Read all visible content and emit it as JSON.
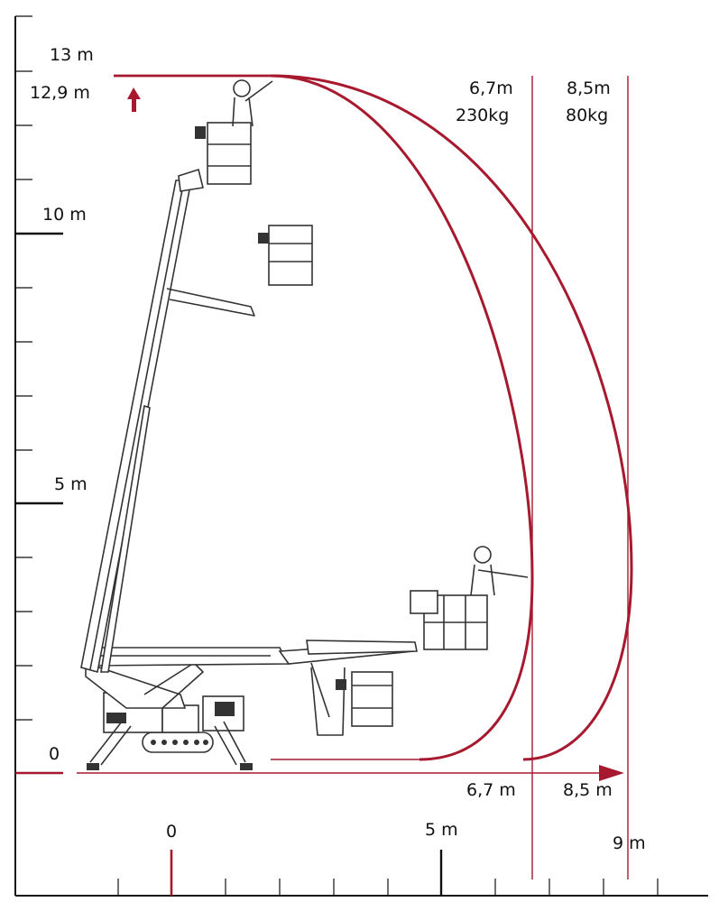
{
  "chart_data": {
    "type": "diagram",
    "vertical_axis_labels": [
      "13 m",
      "12,9 m",
      "10 m",
      "5 m",
      "0"
    ],
    "horizontal_axis_labels": [
      "0",
      "5 m",
      "9 m"
    ],
    "outreach_markers": [
      {
        "distance_label": "6,7m",
        "load_label": "230kg",
        "ground_label": "6,7 m"
      },
      {
        "distance_label": "8,5m",
        "load_label": "80kg",
        "ground_label": "8,5 m"
      }
    ],
    "max_height_m": 12.9,
    "outreach_m": [
      6.7,
      8.5
    ],
    "loads_kg": [
      230,
      80
    ]
  },
  "colors": {
    "accent": "#a6192e",
    "line": "#111111",
    "machine": "#333333"
  }
}
